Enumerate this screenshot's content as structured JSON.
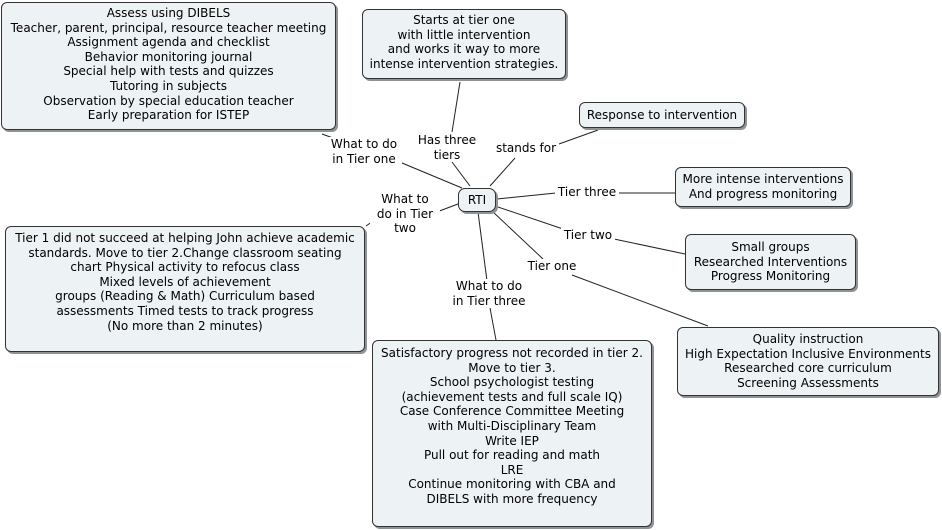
{
  "center": {
    "label": "RTI"
  },
  "nodes": {
    "assess": [
      "Assess using DIBELS",
      "Teacher, parent, principal, resource teacher meeting",
      "Assignment agenda and checklist",
      "Behavior monitoring journal",
      "Special help with tests and quizzes",
      "Tutoring in subjects",
      "Observation by special education teacher",
      "Early preparation for ISTEP"
    ],
    "starts": [
      "Starts at tier one",
      "with little intervention",
      "and works it way to more",
      "intense intervention strategies."
    ],
    "response": [
      "Response to intervention"
    ],
    "intense": [
      "More intense interventions",
      "And progress monitoring"
    ],
    "small": [
      "Small groups",
      "Researched Interventions",
      "Progress Monitoring"
    ],
    "quality": [
      "Quality instruction",
      "High Expectation Inclusive Environments",
      "Researched core curriculum",
      "Screening Assessments"
    ],
    "tier1fail": [
      "Tier 1 did not succeed at helping John achieve academic",
      "standards. Move to tier 2.Change classroom seating",
      "chart Physical activity to refocus class",
      "Mixed levels of achievement",
      "groups (Reading & Math) Curriculum based",
      "assessments Timed tests to track progress",
      "(No more than 2 minutes)"
    ],
    "satisfactory": [
      "Satisfactory progress not recorded in tier 2.",
      "Move to tier 3.",
      "School psychologist testing",
      "(achievement tests and full scale IQ)",
      "Case Conference Committee Meeting",
      "with Multi-Disciplinary Team",
      "Write IEP",
      "Pull out for reading and math",
      "LRE",
      "Continue monitoring with CBA and",
      "DIBELS with more frequency"
    ]
  },
  "links": {
    "tier_one_todo": [
      "What to do",
      "in Tier one"
    ],
    "three_tiers": [
      "Has three",
      "tiers"
    ],
    "stands_for": [
      "stands for"
    ],
    "tier_three": [
      "Tier three"
    ],
    "tier_two": [
      "Tier two"
    ],
    "tier_one": [
      "Tier one"
    ],
    "tier_two_todo": [
      "What to",
      "do in Tier",
      "two"
    ],
    "tier_three_todo": [
      "What to do",
      "in Tier three"
    ]
  },
  "colors": {
    "node_fill": "#edf2f4",
    "border": "#333333",
    "shadow": "#8e9396"
  }
}
